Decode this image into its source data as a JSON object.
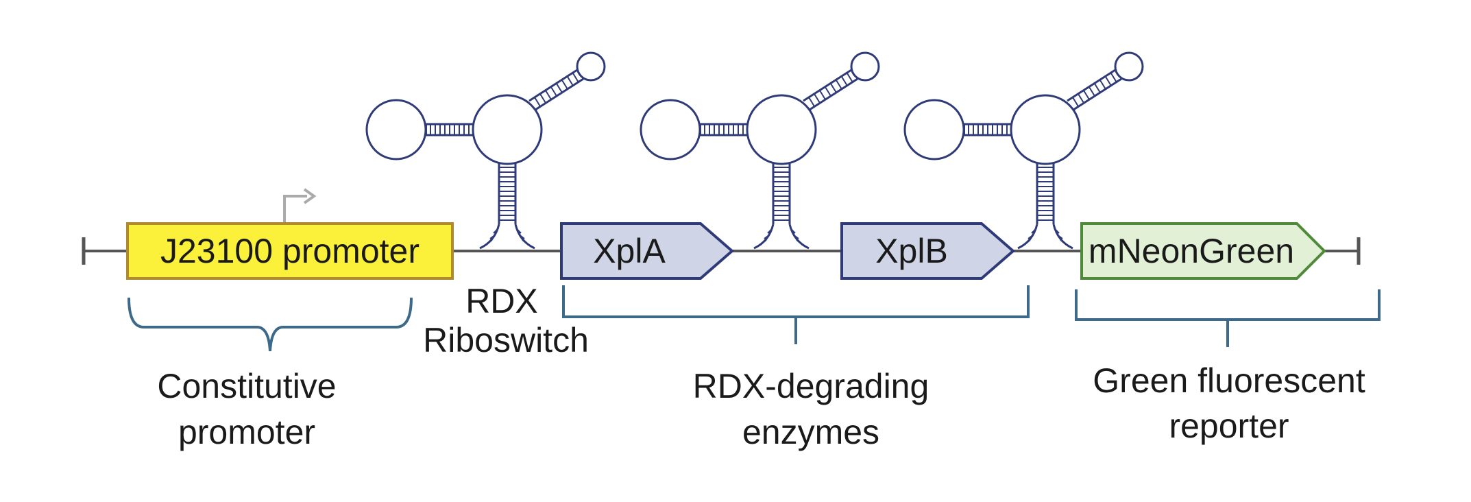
{
  "parts": {
    "promoter": {
      "label": "J23100 promoter",
      "fill": "#fbf03a",
      "stroke": "#b08a2e"
    },
    "riboswitch": {
      "label_line1": "RDX",
      "label_line2": "Riboswitch",
      "stroke": "#2f3a78"
    },
    "gene1": {
      "label": "XplA",
      "fill": "#cfd5e6",
      "stroke": "#2f3a78"
    },
    "gene2": {
      "label": "XplB",
      "fill": "#cfd5e6",
      "stroke": "#2f3a78"
    },
    "reporter": {
      "label": "mNeonGreen",
      "fill": "#e2f1d6",
      "stroke": "#4f8a3a"
    }
  },
  "groups": {
    "constitutive": {
      "line1": "Constitutive",
      "line2": "promoter"
    },
    "enzymes": {
      "line1": "RDX-degrading",
      "line2": "enzymes"
    },
    "reporter": {
      "line1": "Green fluorescent",
      "line2": "reporter"
    }
  },
  "colors": {
    "backbone": "#555555",
    "bracket": "#3d6a8a",
    "tss_arrow": "#aaaaaa"
  },
  "icons": {
    "riboswitch": "riboswitch-hairpin-icon",
    "tss": "bent-arrow-icon"
  }
}
